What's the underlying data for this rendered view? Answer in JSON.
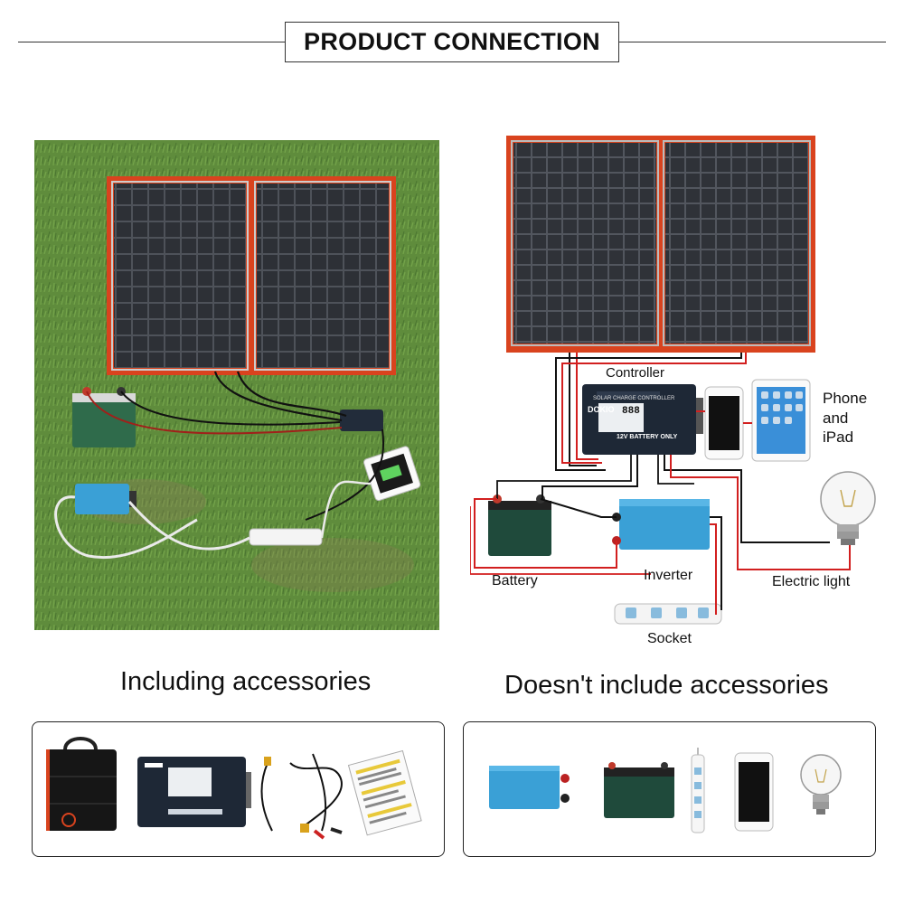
{
  "header": {
    "title": "PRODUCT CONNECTION"
  },
  "diagram": {
    "labels": {
      "controller": "Controller",
      "phone_ipad": [
        "Phone",
        "and",
        "iPad"
      ],
      "battery": "Battery",
      "inverter": "Inverter",
      "electric_light": "Electric light",
      "socket": "Socket"
    },
    "controller_device": {
      "header": "SOLAR CHARGE CONTROLLER",
      "brand": "DOKIO",
      "display": "888",
      "subtext": "12V BATTERY ONLY"
    }
  },
  "sections": {
    "included": {
      "heading": "Including accessories"
    },
    "excluded": {
      "heading": "Doesn't include accessories"
    }
  },
  "colors": {
    "panel_frame": "#d9431e",
    "wire_red": "#d21f1f",
    "inverter_blue": "#3aa0d6",
    "grass": "#5d8a3a"
  }
}
